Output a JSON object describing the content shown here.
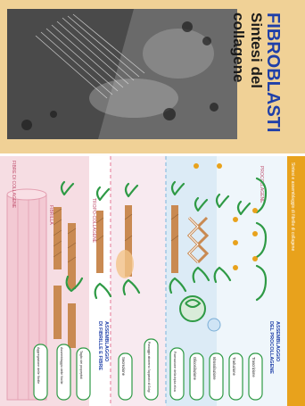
{
  "title_card": {
    "title": "FIBROBLASTI",
    "subtitle_line1": "Sintesi del",
    "subtitle_line2": "collagene"
  },
  "diagram": {
    "header_strip": "Sintesi e assemblaggio di fibrille di collagene",
    "section_procollagen": {
      "title_line1": "ASSEMBLAGGIO",
      "title_line2": "DEL PROCOLLAGENE"
    },
    "section_fibrils": {
      "title_line1": "ASSEMBLAGGIO",
      "title_line2": "DI FIBRILLE E FIBRE"
    },
    "inner_labels": {
      "procollagen": "PROCOLLAGENE",
      "tropocollagen": "TROPO-COLLAGENE",
      "fibrils": "FIBRILLA",
      "fibers": "FIBRE DI COLLAGENE"
    },
    "steps": [
      {
        "id": "s1",
        "label": "Trascrizione"
      },
      {
        "id": "s2",
        "label": "Traduzione"
      },
      {
        "id": "s3",
        "label": "Idrossilazione"
      },
      {
        "id": "s4",
        "label": "Glicosilazione"
      },
      {
        "id": "s5",
        "label": "Formazione della tripla elica"
      },
      {
        "id": "s6",
        "label": "Passaggio attraverso l'apparato di Golgi"
      },
      {
        "id": "s7",
        "label": "Secrezione"
      },
      {
        "id": "s8",
        "label": "Taglio dei propeptidi"
      },
      {
        "id": "s9",
        "label": "Assemblaggio delle fibrille"
      },
      {
        "id": "s10",
        "label": "Aggregazione delle fibrille"
      }
    ]
  },
  "colors": {
    "title_card_bg": "#f0d196",
    "title_text": "#1f3fa8",
    "subtitle_text": "#1b1b1b",
    "accent_orange": "#e8a21c",
    "fibril_rope": "#c98a52",
    "strand_green": "#2e9a45",
    "band_pink": "#f6dde3",
    "band_blue": "#dcebf6"
  }
}
